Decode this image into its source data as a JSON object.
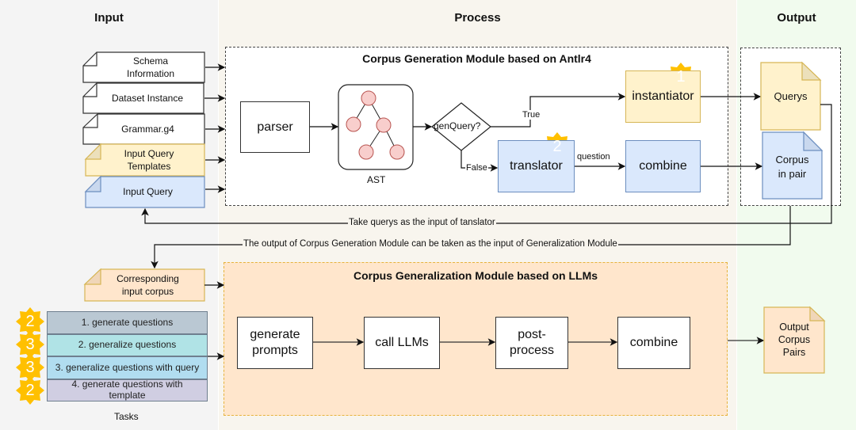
{
  "columns": {
    "input": "Input",
    "process": "Process",
    "output": "Output"
  },
  "inputs": {
    "schema": "Schema\nInformation",
    "dataset": "Dataset Instance",
    "grammar": "Grammar.g4",
    "templates": "Input Query\nTemplates",
    "query": "Input Query",
    "corresponding": "Corresponding\ninput corpus"
  },
  "generation_module": {
    "title": "Corpus Generation Module based on Antlr4",
    "parser": "parser",
    "ast_label": "AST",
    "decision": "genQuery?",
    "true_label": "True",
    "false_label": "False",
    "instantiator": "instantiator",
    "instantiator_badge": "1",
    "translator": "translator",
    "translator_badge": "2",
    "question_label": "question",
    "combine": "combine"
  },
  "outputs": {
    "querys": "Querys",
    "corpus_pair": "Corpus\nin pair",
    "output_pairs": "Output\nCorpus\nPairs"
  },
  "connectors": {
    "feedback": "Take querys as the input of tanslator",
    "bridge": "The output of Corpus Generation Module can be taken as the input of Generalization Module"
  },
  "generalization_module": {
    "title": "Corpus Generalization Module based on LLMs",
    "steps": [
      "generate\nprompts",
      "call LLMs",
      "post-\nprocess",
      "combine"
    ]
  },
  "tasks": {
    "caption": "Tasks",
    "items": [
      {
        "label": "1. generate questions",
        "badge": "2",
        "color": "#bac8d3"
      },
      {
        "label": "2. generalize questions",
        "badge": "3",
        "color": "#b0e3e6"
      },
      {
        "label": "3. generalize questions with query",
        "badge": "3",
        "color": "#b1ddf0"
      },
      {
        "label": "4. generate questions with\ntemplate",
        "badge": "2",
        "color": "#d0cee2"
      }
    ]
  },
  "colors": {
    "yellow_fill": "#fff2cc",
    "yellow_stroke": "#d6b656",
    "blue_fill": "#dae8fc",
    "blue_stroke": "#6c8ebf",
    "orange_fill": "#ffe6cc",
    "badge": "#ffc000",
    "node_fill": "#f8cecc",
    "node_stroke": "#b85450"
  }
}
